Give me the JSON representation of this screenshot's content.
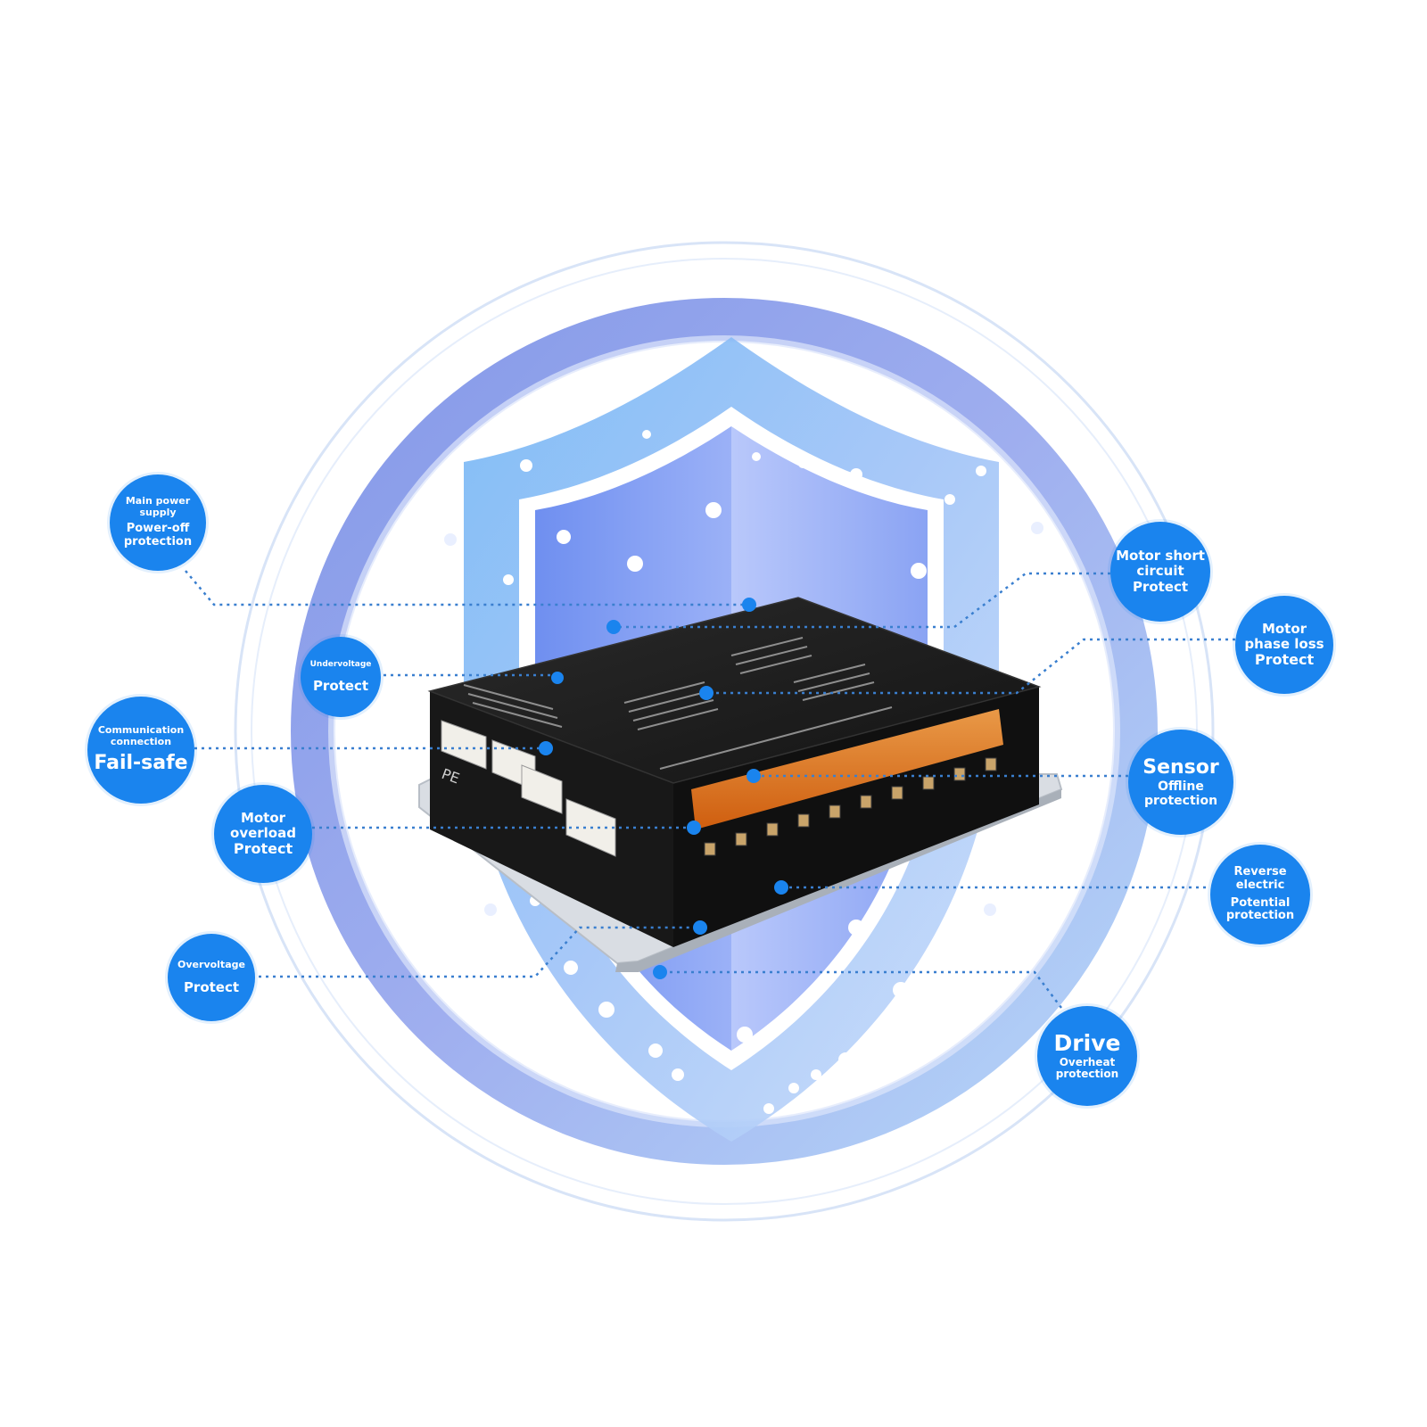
{
  "colors": {
    "badge": "#1a84ee",
    "ring": "#7b8fe0",
    "shield": "#8ea8f5",
    "device": "#1b1b1b",
    "terminal": "#ee7a1a"
  },
  "device": {
    "pe_label": "PE"
  },
  "badges": {
    "main_power": {
      "line1": "Main power",
      "line2": "supply",
      "line3": "Power-off",
      "line4": "protection"
    },
    "undervoltage": {
      "line1": "Undervoltage",
      "line2": "Protect"
    },
    "communication": {
      "line1": "Communication",
      "line2": "connection",
      "line3": "Fail-safe"
    },
    "motor_overload": {
      "line1": "Motor",
      "line2": "overload",
      "line3": "Protect"
    },
    "overvoltage": {
      "line1": "Overvoltage",
      "line2": "Protect"
    },
    "motor_short": {
      "line1": "Motor short",
      "line2": "circuit",
      "line3": "Protect"
    },
    "phase_loss": {
      "line1": "Motor",
      "line2": "phase loss",
      "line3": "Protect"
    },
    "sensor": {
      "line1": "Sensor",
      "line2": "Offline",
      "line3": "protection"
    },
    "reverse": {
      "line1": "Reverse",
      "line2": "electric",
      "line3": "Potential",
      "line4": "protection"
    },
    "drive": {
      "line1": "Drive",
      "line2": "Overheat",
      "line3": "protection"
    }
  }
}
